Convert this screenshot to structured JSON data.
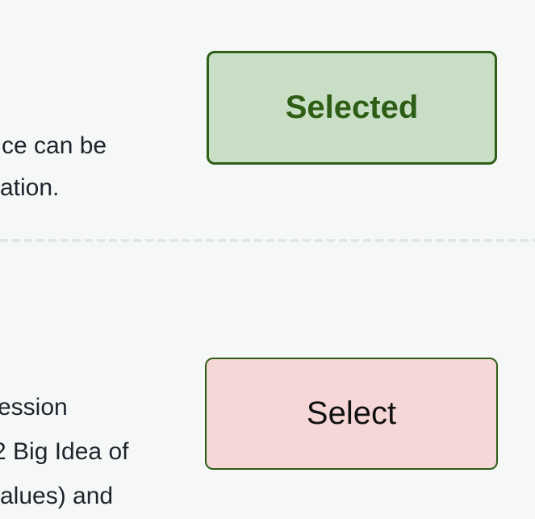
{
  "page": {
    "background_color": "#f6f7f7",
    "text_color": "#1f242c"
  },
  "rows": [
    {
      "text_lines": [
        "ce can be",
        "ation."
      ],
      "button": {
        "label": "Selected",
        "state": "selected",
        "background_color": "#c9dfc5",
        "border_color": "#2e5e16",
        "text_color": "#2e5e16"
      }
    },
    {
      "text_lines": [
        "ession",
        "2 Big Idea of",
        "alues) and"
      ],
      "button": {
        "label": "Select",
        "state": "unselected",
        "background_color": "#f5d7d8",
        "border_color": "#2e5e16",
        "text_color": "#111111"
      }
    }
  ],
  "divider": {
    "style": "dashed",
    "color": "#e3e6e9"
  }
}
